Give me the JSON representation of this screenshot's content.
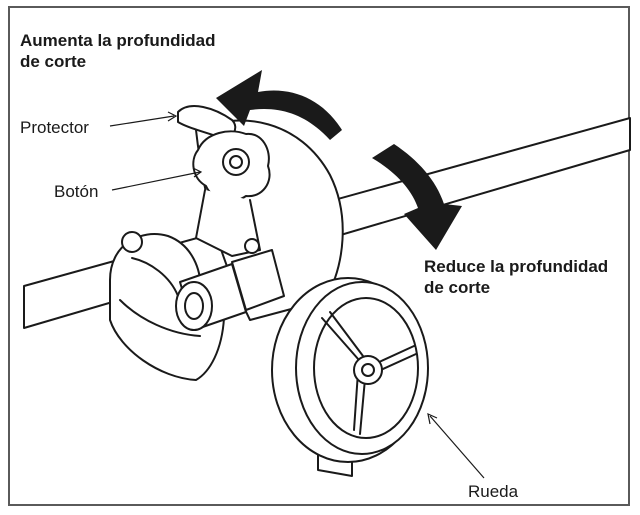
{
  "labels": {
    "increase_line1": "Aumenta la profundidad",
    "increase_line2": "de corte",
    "reduce_line1": "Reduce la profundidad",
    "reduce_line2": "de corte",
    "protector": "Protector",
    "knob": "Botón",
    "wheel": "Rueda"
  },
  "colors": {
    "line": "#1a1a1a",
    "frame": "#5a5a5a",
    "fill": "#ffffff"
  }
}
